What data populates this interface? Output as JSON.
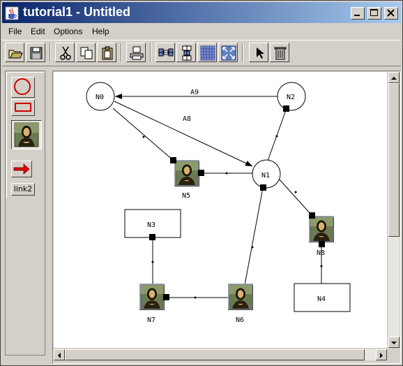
{
  "window": {
    "title": "tutorial1 - Untitled"
  },
  "menu": [
    "File",
    "Edit",
    "Options",
    "Help"
  ],
  "toolbar": {
    "buttons": [
      "open-icon",
      "save-icon",
      "cut-icon",
      "copy-icon",
      "paste-icon",
      "print-icon",
      "align-horizontal-icon",
      "align-vertical-icon",
      "grid-icon",
      "fit-icon",
      "select-arrow-icon",
      "delete-icon"
    ]
  },
  "palette": {
    "link_label": "link2"
  },
  "graph": {
    "nodes": [
      {
        "id": "N0",
        "label": "N0",
        "shape": "circle"
      },
      {
        "id": "N1",
        "label": "N1",
        "shape": "circle"
      },
      {
        "id": "N2",
        "label": "N2",
        "shape": "circle"
      },
      {
        "id": "N3",
        "label": "N3",
        "shape": "rect"
      },
      {
        "id": "N4",
        "label": "N4",
        "shape": "rect"
      },
      {
        "id": "N5",
        "label": "N5",
        "shape": "image"
      },
      {
        "id": "N6",
        "label": "N6",
        "shape": "image"
      },
      {
        "id": "N7",
        "label": "N7",
        "shape": "image"
      },
      {
        "id": "N8",
        "label": "N8",
        "shape": "image"
      }
    ],
    "edges": [
      {
        "from": "N2",
        "to": "N0",
        "label": "A9"
      },
      {
        "from": "N0",
        "to": "N1",
        "label": "A8"
      },
      {
        "from": "N0",
        "to": "N5",
        "label": ""
      },
      {
        "from": "N5",
        "to": "N1",
        "label": ""
      },
      {
        "from": "N2",
        "to": "N1",
        "label": ""
      },
      {
        "from": "N1",
        "to": "N8",
        "label": ""
      },
      {
        "from": "N1",
        "to": "N6",
        "label": ""
      },
      {
        "from": "N6",
        "to": "N7",
        "label": ""
      },
      {
        "from": "N7",
        "to": "N3",
        "label": ""
      },
      {
        "from": "N8",
        "to": "N4",
        "label": ""
      }
    ]
  },
  "colors": {
    "titlebar_start": "#0a246a",
    "titlebar_end": "#a6caf0",
    "link_arrow": "#e00000",
    "circle_tool": "#cc0000"
  }
}
